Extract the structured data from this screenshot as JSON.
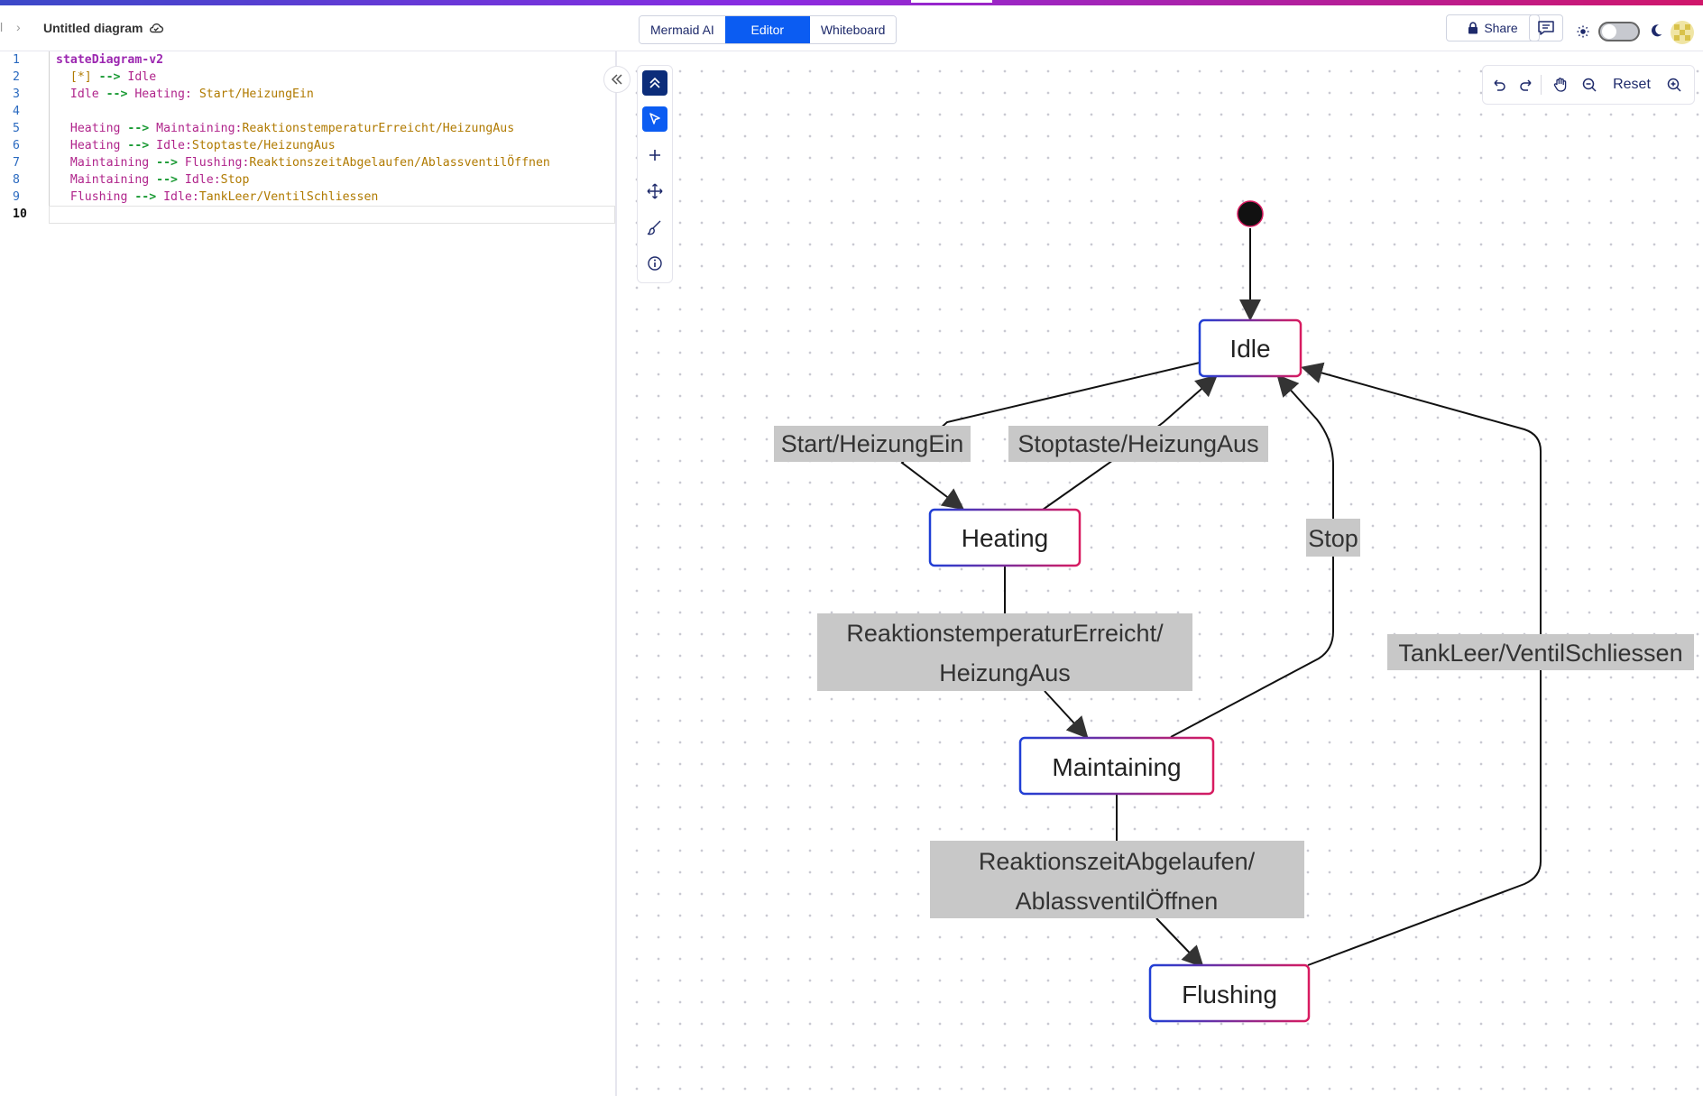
{
  "header": {
    "crumb_sep": "l",
    "crumb_chevron": "›",
    "doc_title": "Untitled diagram",
    "tabs": [
      {
        "label": "Mermaid AI",
        "active": false
      },
      {
        "label": "Editor",
        "active": true
      },
      {
        "label": "Whiteboard",
        "active": false
      }
    ],
    "share_label": "Share",
    "accent_color": "#0b5cf2"
  },
  "editor": {
    "line_numbers": [
      "1",
      "2",
      "3",
      "4",
      "5",
      "6",
      "7",
      "8",
      "9",
      "10"
    ],
    "lines": [
      {
        "tokens": [
          {
            "t": "stateDiagram-v2",
            "c": "k-kw"
          }
        ]
      },
      {
        "tokens": [
          {
            "t": "  [*]",
            "c": "k-st2"
          },
          {
            "t": " --> ",
            "c": "k-ar"
          },
          {
            "t": "Idle",
            "c": "k-st"
          }
        ]
      },
      {
        "tokens": [
          {
            "t": "  Idle",
            "c": "k-st"
          },
          {
            "t": " --> ",
            "c": "k-ar"
          },
          {
            "t": "Heating",
            "c": "k-st"
          },
          {
            "t": ": ",
            "c": "k-st"
          },
          {
            "t": "Start/HeizungEin",
            "c": "k-lb"
          }
        ]
      },
      {
        "tokens": []
      },
      {
        "tokens": [
          {
            "t": "  Heating",
            "c": "k-st"
          },
          {
            "t": " --> ",
            "c": "k-ar"
          },
          {
            "t": "Maintaining",
            "c": "k-st"
          },
          {
            "t": ":",
            "c": "k-st"
          },
          {
            "t": "ReaktionstemperaturErreicht/HeizungAus",
            "c": "k-lb"
          }
        ]
      },
      {
        "tokens": [
          {
            "t": "  Heating",
            "c": "k-st"
          },
          {
            "t": " --> ",
            "c": "k-ar"
          },
          {
            "t": "Idle",
            "c": "k-st"
          },
          {
            "t": ":",
            "c": "k-st"
          },
          {
            "t": "Stoptaste/HeizungAus",
            "c": "k-lb"
          }
        ]
      },
      {
        "tokens": [
          {
            "t": "  Maintaining",
            "c": "k-st"
          },
          {
            "t": " --> ",
            "c": "k-ar"
          },
          {
            "t": "Flushing",
            "c": "k-st"
          },
          {
            "t": ":",
            "c": "k-st"
          },
          {
            "t": "ReaktionszeitAbgelaufen/AblassventilÖffnen",
            "c": "k-lb"
          }
        ]
      },
      {
        "tokens": [
          {
            "t": "  Maintaining",
            "c": "k-st"
          },
          {
            "t": " --> ",
            "c": "k-ar"
          },
          {
            "t": "Idle",
            "c": "k-st"
          },
          {
            "t": ":",
            "c": "k-st"
          },
          {
            "t": "Stop",
            "c": "k-lb"
          }
        ]
      },
      {
        "tokens": [
          {
            "t": "  Flushing",
            "c": "k-st"
          },
          {
            "t": " --> ",
            "c": "k-ar"
          },
          {
            "t": "Idle",
            "c": "k-st"
          },
          {
            "t": ":",
            "c": "k-st"
          },
          {
            "t": "TankLeer/VentilSchliessen",
            "c": "k-lb"
          }
        ]
      },
      {
        "tokens": []
      }
    ]
  },
  "zoom_controls": {
    "reset_label": "Reset"
  },
  "diagram": {
    "states": {
      "idle": "Idle",
      "heating": "Heating",
      "maintaining": "Maintaining",
      "flushing": "Flushing"
    },
    "edge_labels": {
      "start": "Start/HeizungEin",
      "stoptaste": "Stoptaste/HeizungAus",
      "reaktionstemp_1": "ReaktionstemperaturErreicht/",
      "reaktionstemp_2": "HeizungAus",
      "stop": "Stop",
      "tankleer": "TankLeer/VentilSchliessen",
      "reaktionszeit_1": "ReaktionszeitAbgelaufen/",
      "reaktionszeit_2": "AblassventilÖffnen"
    }
  }
}
